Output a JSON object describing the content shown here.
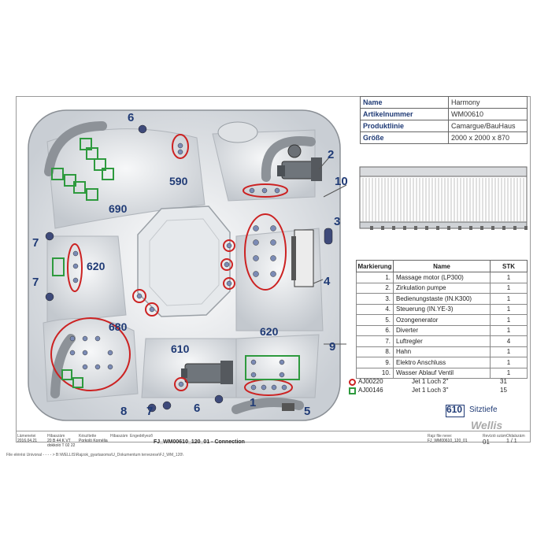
{
  "product": [
    {
      "key": "Name",
      "value": "Harmony"
    },
    {
      "key": "Artikelnummer",
      "value": "WM00610"
    },
    {
      "key": "Produktlinie",
      "value": "Camargue/BauHaus"
    },
    {
      "key": "Größe",
      "value": "2000 x 2000 x 870"
    }
  ],
  "parts_table": {
    "headers": [
      "Markierung",
      "Name",
      "STK"
    ],
    "rows": [
      {
        "mark": "1.",
        "name": "Massage motor (LP300)",
        "qty": "1"
      },
      {
        "mark": "2.",
        "name": "Zirkulation pumpe",
        "qty": "1"
      },
      {
        "mark": "3.",
        "name": "Bedienungstaste (IN.K300)",
        "qty": "1"
      },
      {
        "mark": "4.",
        "name": "Steuerung (IN.YE-3)",
        "qty": "1"
      },
      {
        "mark": "5.",
        "name": "Ozongenerator",
        "qty": "1"
      },
      {
        "mark": "6.",
        "name": "Diverter",
        "qty": "1"
      },
      {
        "mark": "7.",
        "name": "Luftregler",
        "qty": "4"
      },
      {
        "mark": "8.",
        "name": "Hahn",
        "qty": "1"
      },
      {
        "mark": "9.",
        "name": "Elektro Anschluss",
        "qty": "1"
      },
      {
        "mark": "10.",
        "name": "Wasser Ablauf Ventil",
        "qty": "1"
      }
    ]
  },
  "legend": [
    {
      "code": "AJ00220",
      "desc": "Jet 1 Loch 2\"",
      "qty": "31",
      "color": "#cc2222",
      "shape": "circle"
    },
    {
      "code": "AJ00146",
      "desc": "Jet 1 Loch 3\"",
      "qty": "15",
      "color": "#2e9a3e",
      "shape": "square"
    }
  ],
  "seat_depth": {
    "value": "610",
    "label": "Sitztiefe"
  },
  "seats": [
    "590",
    "690",
    "620",
    "680",
    "620",
    "610"
  ],
  "callouts": [
    "1",
    "2",
    "3",
    "4",
    "5",
    "6",
    "6",
    "7",
    "7",
    "8",
    "7",
    "9",
    "10"
  ],
  "titleblock": {
    "cells": [
      {
        "label": "Lämenetei",
        "value": "2016.04.21"
      },
      {
        "label": "Hibaszám",
        "value": "20 B 44 K VT dokkoló T 02 22"
      },
      {
        "label": "Készítette",
        "value": "Porkoló Kornélia"
      },
      {
        "label": "Hibaszám",
        "value": ""
      },
      {
        "label": "Engedélyező",
        "value": ""
      }
    ],
    "title": "FJ_WM00610_120_01 - Connection",
    "file_label": "Rajz file neve:",
    "file_name": "FJ_WM00610_120_01",
    "rev_label": "Revízió szám",
    "rev": "01",
    "page_label": "Oldalszám",
    "page": "1 / 1",
    "path": "File elérési Univonal - - - - > B:\\WELLIS\\Rajzok_gyartasoma\\U_Dokumentum tervezese\\FJ_WM_120\\"
  },
  "brand": "Wellis",
  "colors": {
    "accent": "#1f3a75",
    "red": "#cc2222",
    "green": "#2e9a3e"
  }
}
